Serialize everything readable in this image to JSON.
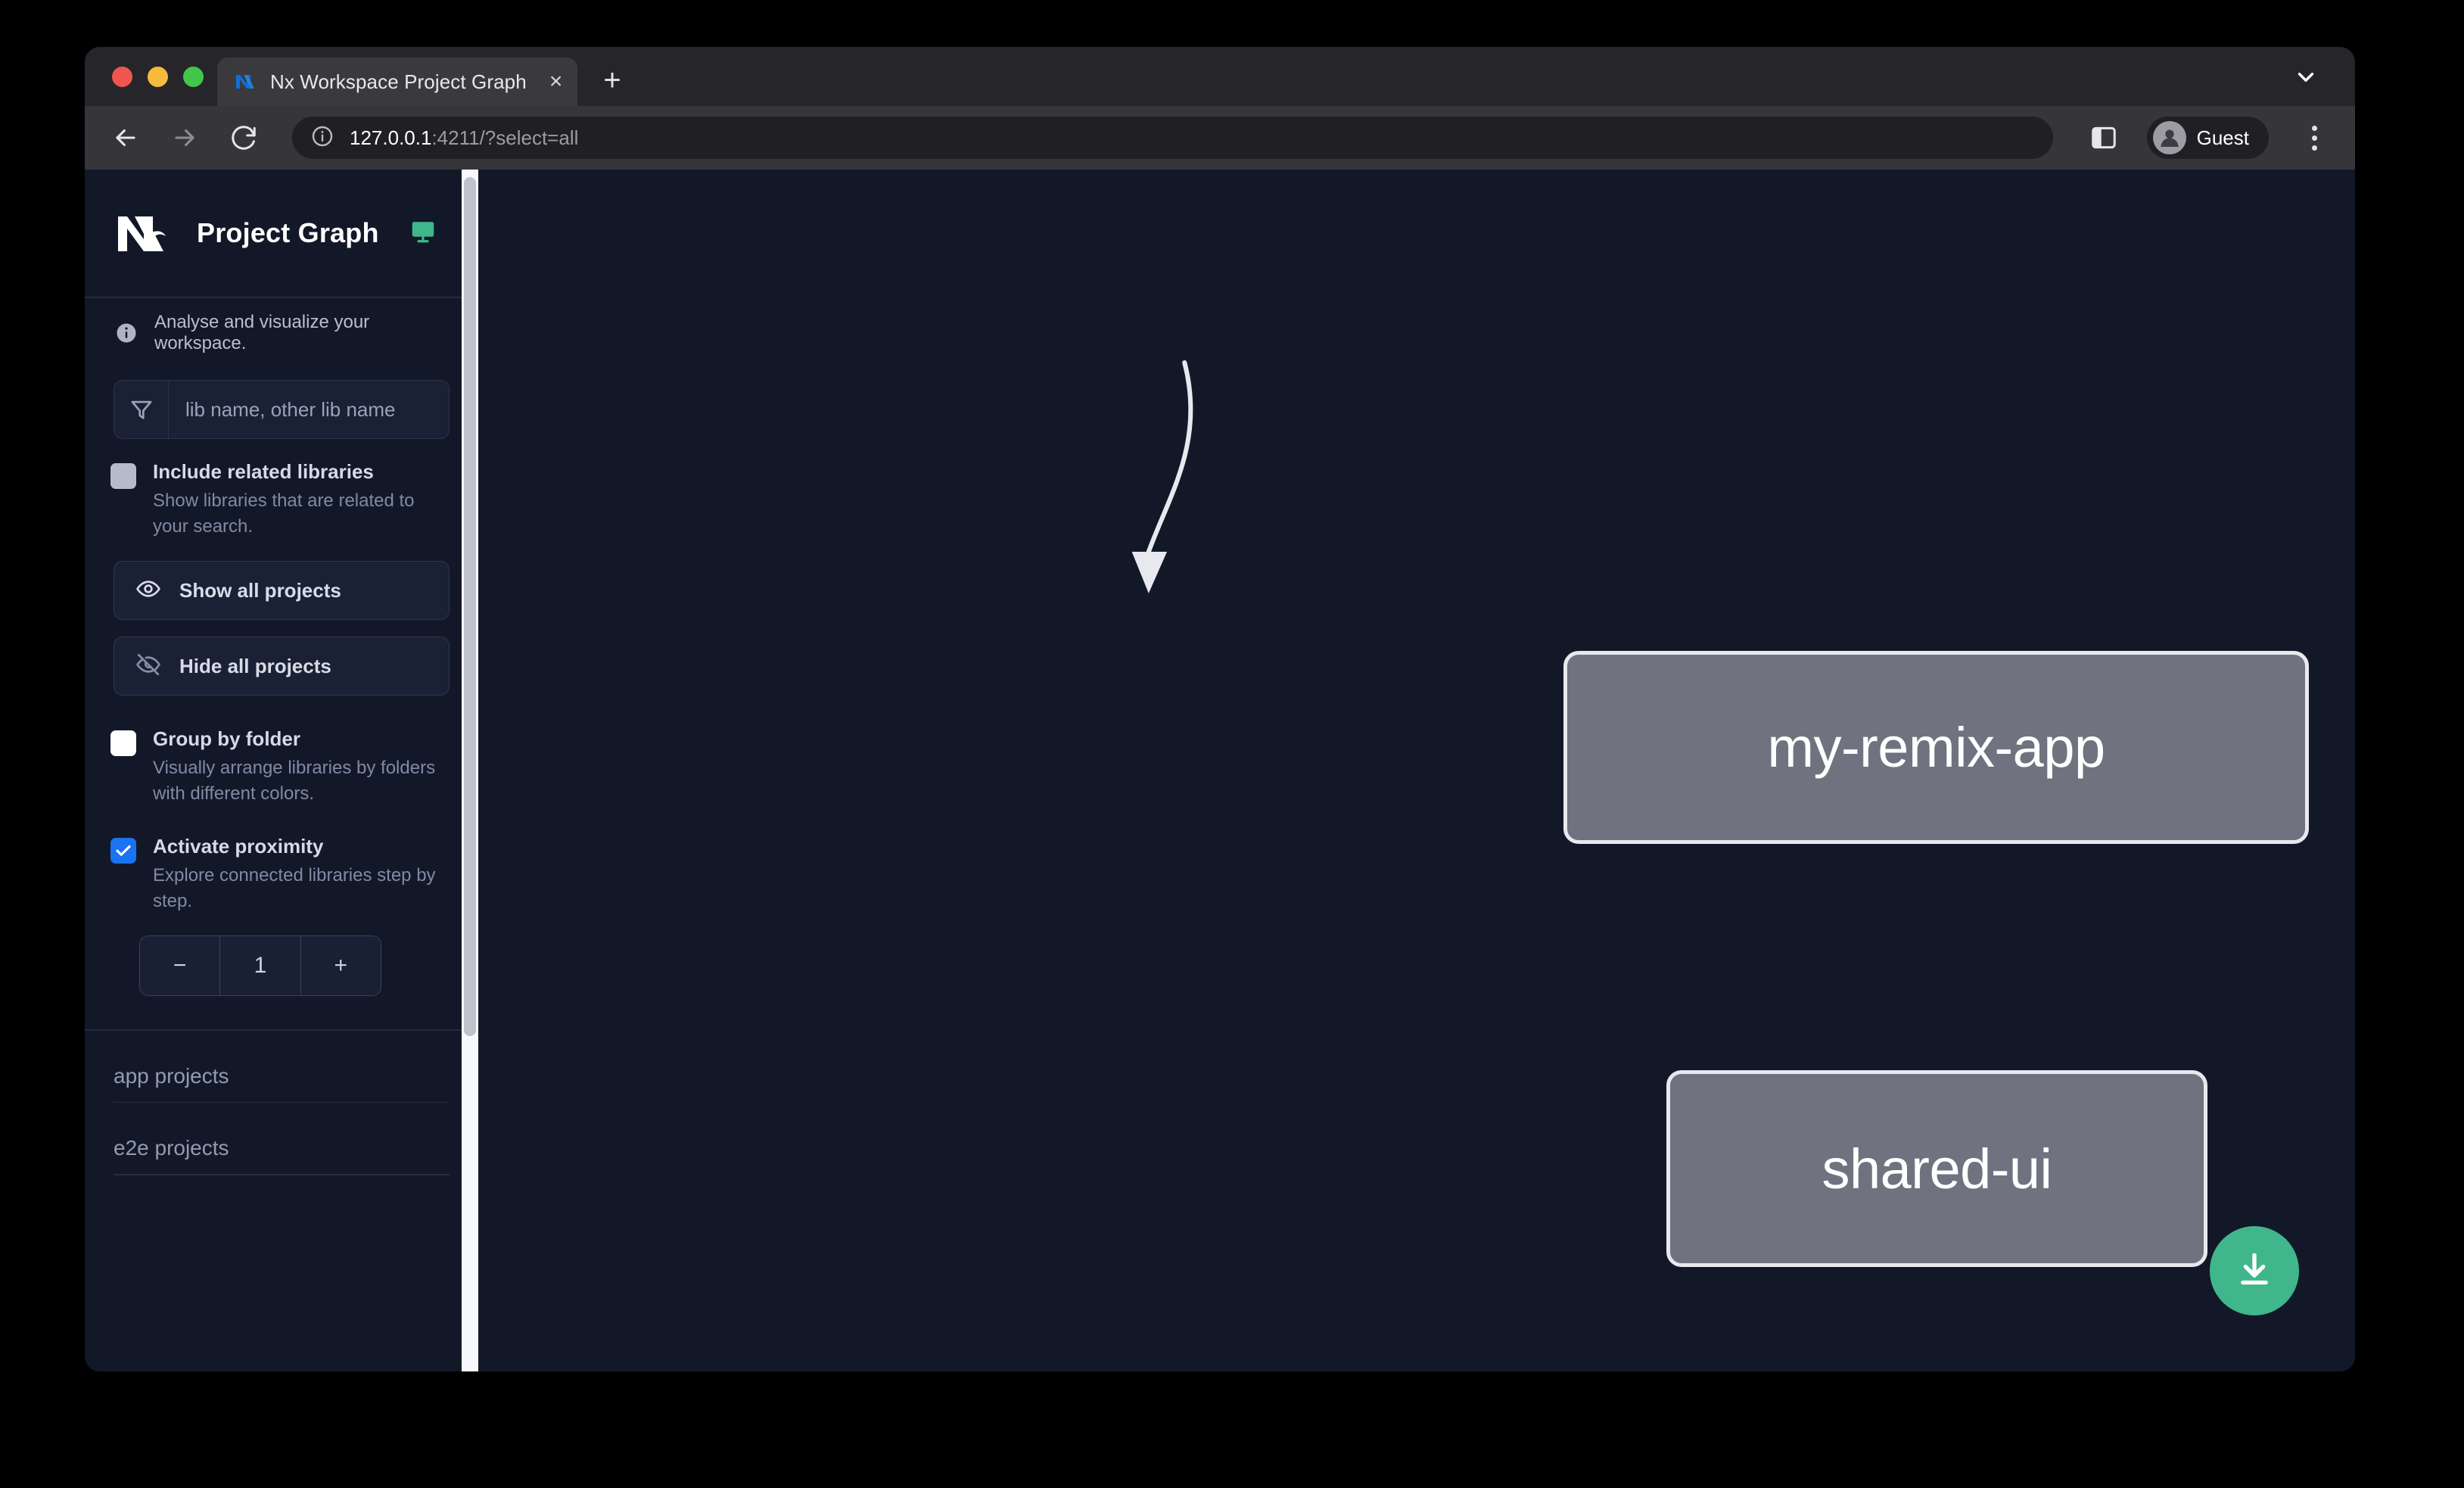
{
  "browser": {
    "tab": {
      "title": "Nx Workspace Project Graph",
      "favicon": "nx-logo-icon",
      "close_label": "×"
    },
    "new_tab_label": "+",
    "omnibox": {
      "host": "127.0.0.1",
      "path": ":4211/?select=all",
      "full_url": "127.0.0.1:4211/?select=all"
    },
    "profile": {
      "name": "Guest"
    }
  },
  "sidebar": {
    "title": "Project Graph",
    "info_text": "Analyse and visualize your workspace.",
    "filter": {
      "placeholder": "lib name, other lib name",
      "value": ""
    },
    "options": [
      {
        "id": "include-related-libraries",
        "label": "Include related libraries",
        "description": "Show libraries that are related to your search.",
        "state": "disabled"
      },
      {
        "id": "group-by-folder",
        "label": "Group by folder",
        "description": "Visually arrange libraries by folders with different colors.",
        "state": "unchecked"
      },
      {
        "id": "activate-proximity",
        "label": "Activate proximity",
        "description": "Explore connected libraries step by step.",
        "state": "checked"
      }
    ],
    "buttons": [
      {
        "id": "show-all-projects",
        "label": "Show all projects",
        "icon": "eye-icon"
      },
      {
        "id": "hide-all-projects",
        "label": "Hide all projects",
        "icon": "eye-slash-icon"
      }
    ],
    "stepper": {
      "decrement_label": "−",
      "value": "1",
      "increment_label": "+"
    },
    "project_groups": [
      {
        "id": "app-projects",
        "label": "app projects"
      },
      {
        "id": "e2e-projects",
        "label": "e2e projects"
      }
    ]
  },
  "graph": {
    "nodes": [
      {
        "id": "my-remix-app",
        "label": "my-remix-app"
      },
      {
        "id": "shared-ui",
        "label": "shared-ui"
      }
    ],
    "edges": [
      {
        "from": "my-remix-app",
        "to": "shared-ui"
      }
    ],
    "download_button": {
      "icon": "download-icon"
    }
  },
  "colors": {
    "accent_green": "#3fb68b",
    "checkbox_blue": "#1a73f0",
    "node_fill": "#70737f",
    "node_border": "#e7e9ee",
    "canvas_bg": "#131829",
    "sidebar_bg": "#131829"
  }
}
